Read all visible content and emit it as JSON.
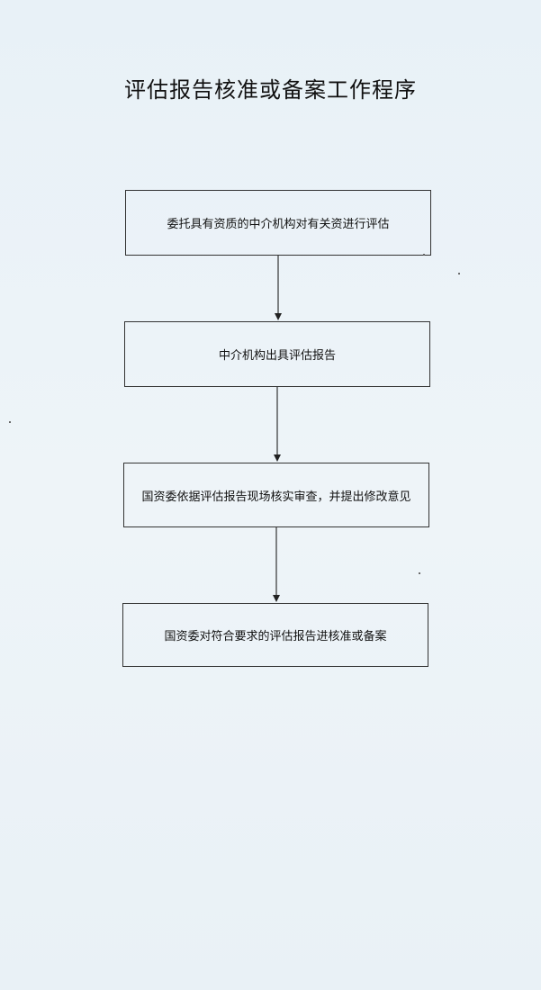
{
  "title": "评估报告核准或备案工作程序",
  "steps": [
    {
      "label": "委托具有资质的中介机构对有关资进行评估"
    },
    {
      "label": "中介机构出具评估报告"
    },
    {
      "label": "国资委依据评估报告现场核实审查，并提出修改意见"
    },
    {
      "label": "国资委对符合要求的评估报告进核准或备案"
    }
  ],
  "colors": {
    "background": "#eaf2f7",
    "line": "#333333",
    "text": "#111111"
  }
}
